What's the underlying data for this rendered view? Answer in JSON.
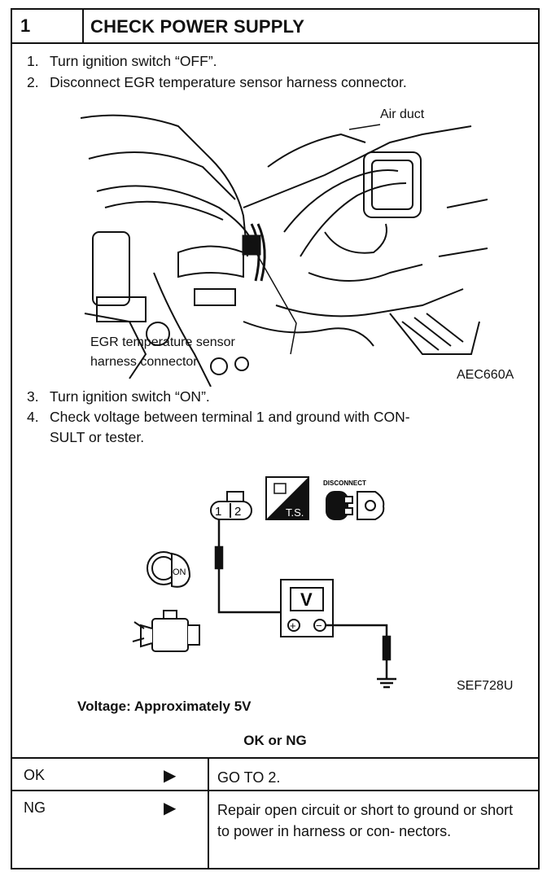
{
  "header": {
    "number": "1",
    "title": "CHECK POWER SUPPLY"
  },
  "steps": [
    {
      "num": "1.",
      "text": "Turn ignition switch “OFF”."
    },
    {
      "num": "2.",
      "text": "Disconnect EGR temperature sensor harness connector."
    },
    {
      "num": "3.",
      "text": "Turn ignition switch “ON”."
    },
    {
      "num": "4.",
      "text": "Check voltage between terminal 1 and ground with CON-",
      "cont": "SULT or tester."
    }
  ],
  "figure1": {
    "callout_air_duct": "Air duct",
    "callout_sensor_line1": "EGR temperature sensor",
    "callout_sensor_line2": "harness connector",
    "code": "AEC660A"
  },
  "figure2": {
    "terminal_1": "1",
    "terminal_2": "2",
    "ts_label": "T.S.",
    "disconnect_label": "DISCONNECT",
    "switch_label": "ON",
    "meter_label": "V",
    "plus": "+",
    "minus": "−",
    "code": "SEF728U"
  },
  "spec": "Voltage: Approximately 5V",
  "ok_ng_title": "OK or NG",
  "results": [
    {
      "key": "OK",
      "arrow": "▶",
      "action": "GO TO 2."
    },
    {
      "key": "NG",
      "arrow": "▶",
      "action": "Repair open circuit or short to ground or short to power in harness or con- nectors."
    }
  ]
}
